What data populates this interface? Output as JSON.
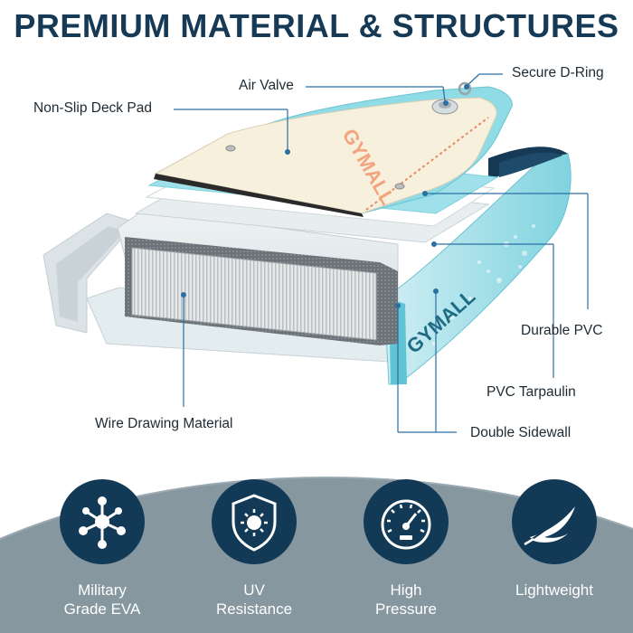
{
  "title": "PREMIUM MATERIAL & STRUCTURES",
  "brand": "GYMALL",
  "labels": {
    "air_valve": "Air Valve",
    "d_ring": "Secure D-Ring",
    "deck_pad": "Non-Slip Deck Pad",
    "durable_pvc": "Durable PVC",
    "pvc_tarpaulin": "PVC Tarpaulin",
    "double_sidewall": "Double Sidewall",
    "wire_drawing": "Wire Drawing Material"
  },
  "features": [
    {
      "icon": "molecule-icon",
      "line1": "Military",
      "line2": "Grade EVA"
    },
    {
      "icon": "uv-shield-icon",
      "line1": "UV",
      "line2": "Resistance"
    },
    {
      "icon": "pressure-gauge-icon",
      "line1": "High",
      "line2": "Pressure"
    },
    {
      "icon": "feather-icon",
      "line1": "Lightweight",
      "line2": ""
    }
  ],
  "colors": {
    "title": "#163a55",
    "icon_circle": "#123a57",
    "board_blue": "#7fd3df",
    "deck_pad": "#f7f0dc",
    "bottom_band": "#8a9aa3"
  }
}
